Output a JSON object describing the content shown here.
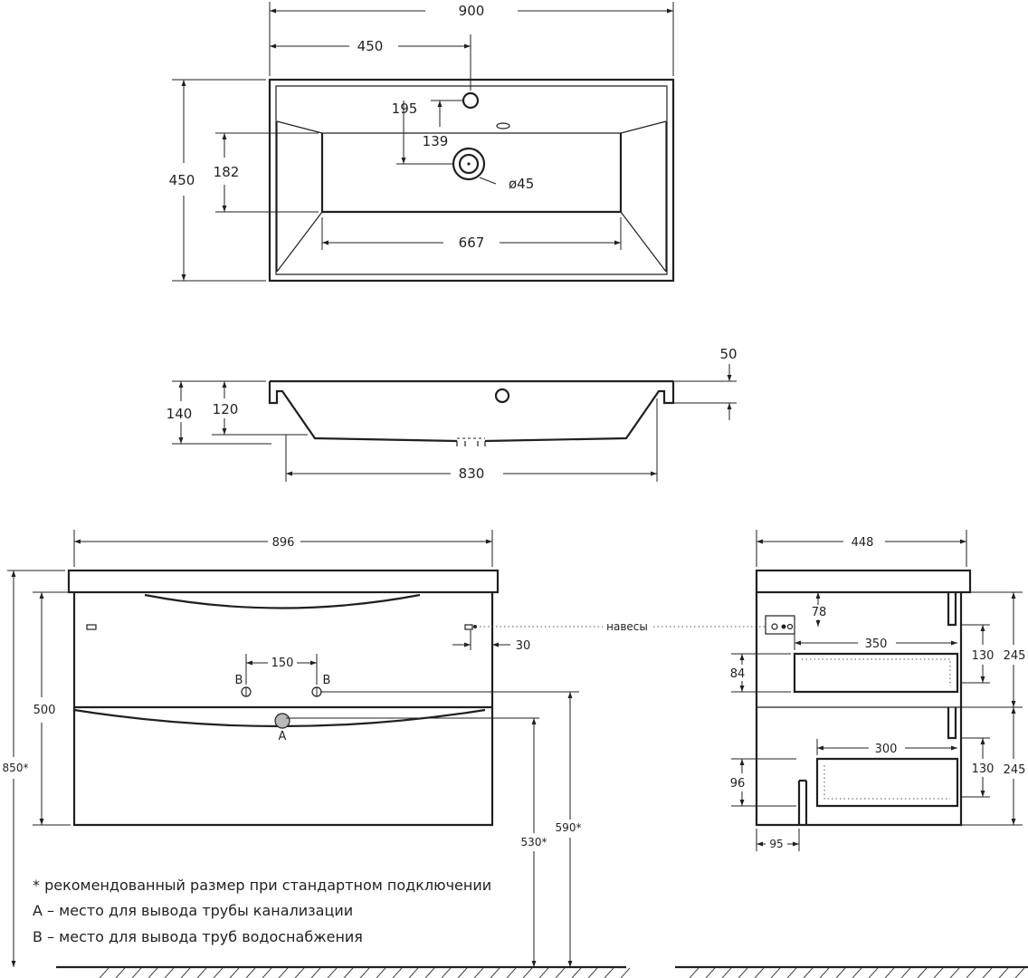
{
  "top_view": {
    "width": "900",
    "half_width": "450",
    "depth": "450",
    "tap_offset": "195",
    "drain_offset": "139",
    "bowl_depth": "182",
    "bowl_width": "667",
    "drain_diameter": "ø45"
  },
  "section_view": {
    "rim_height": "50",
    "total_height": "140",
    "bowl_height": "120",
    "bottom_width": "830"
  },
  "front_view": {
    "width": "896",
    "body_height": "500",
    "total_height": "850*",
    "hinge_offset": "30",
    "pipe_spacing": "150",
    "pipe_b_left": "B",
    "pipe_b_right": "B",
    "drain_a": "A",
    "drain_height": "530*",
    "supply_height": "590*",
    "hinges_label": "навесы"
  },
  "side_view": {
    "depth": "448",
    "hinge_height": "78",
    "upper_drawer_depth": "350",
    "lower_drawer_depth": "300",
    "upper_drawer_inner": "130",
    "upper_section": "245",
    "lower_drawer_inner": "130",
    "lower_section": "245",
    "upper_gap": "84",
    "lower_gap": "96",
    "toe": "95"
  },
  "notes": {
    "recommended": "* рекомендованный размер при стандартном подключении",
    "a_meaning": "A – место для вывода трубы канализации",
    "b_meaning": "B – место для вывода труб водоснабжения"
  }
}
